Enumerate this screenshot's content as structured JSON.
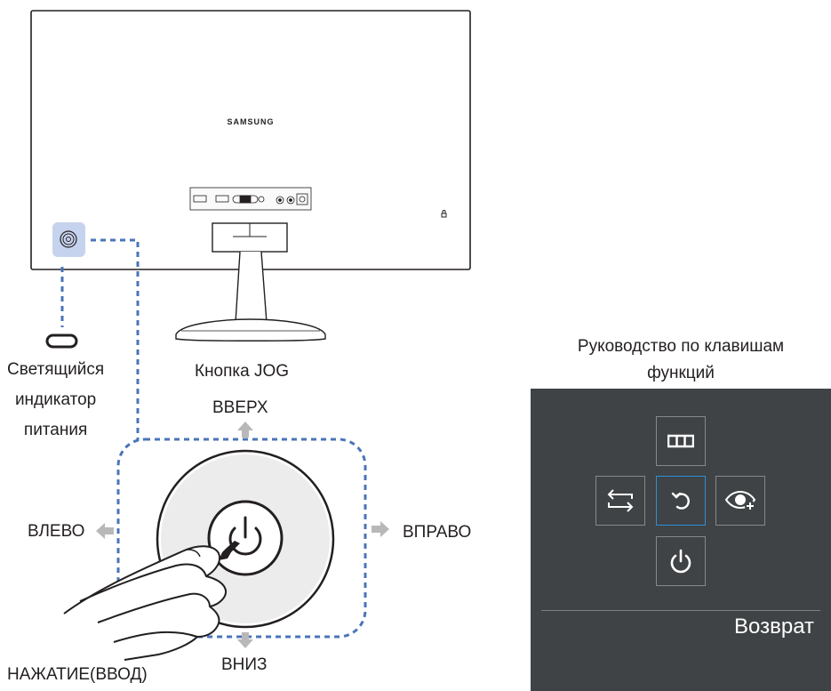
{
  "brand": "SAMSUNG",
  "labels": {
    "power_indicator": "Светящийся\nиндикатор\nпитания",
    "jog_button": "Кнопка JOG",
    "up": "ВВЕРХ",
    "down": "ВНИЗ",
    "left": "ВЛЕВО",
    "right": "ВПРАВО",
    "press": "НАЖАТИЕ(ВВОД)"
  },
  "guide": {
    "title": "Руководство по клавишам\nфункций",
    "buttons": [
      {
        "id": "menu",
        "icon": "menu-icon"
      },
      {
        "id": "source",
        "icon": "source-switch-icon"
      },
      {
        "id": "return",
        "icon": "return-icon",
        "selected": true
      },
      {
        "id": "eye-saver",
        "icon": "eye-saver-icon"
      },
      {
        "id": "power",
        "icon": "power-icon"
      }
    ],
    "selected_label": "Возврат"
  },
  "colors": {
    "panel_bg": "#3f4345",
    "dash_blue": "#4a74b8",
    "highlight_blue": "#c5d3ee",
    "arrow_gray": "#b8b8b8",
    "selected_border": "#2f8fd8"
  }
}
